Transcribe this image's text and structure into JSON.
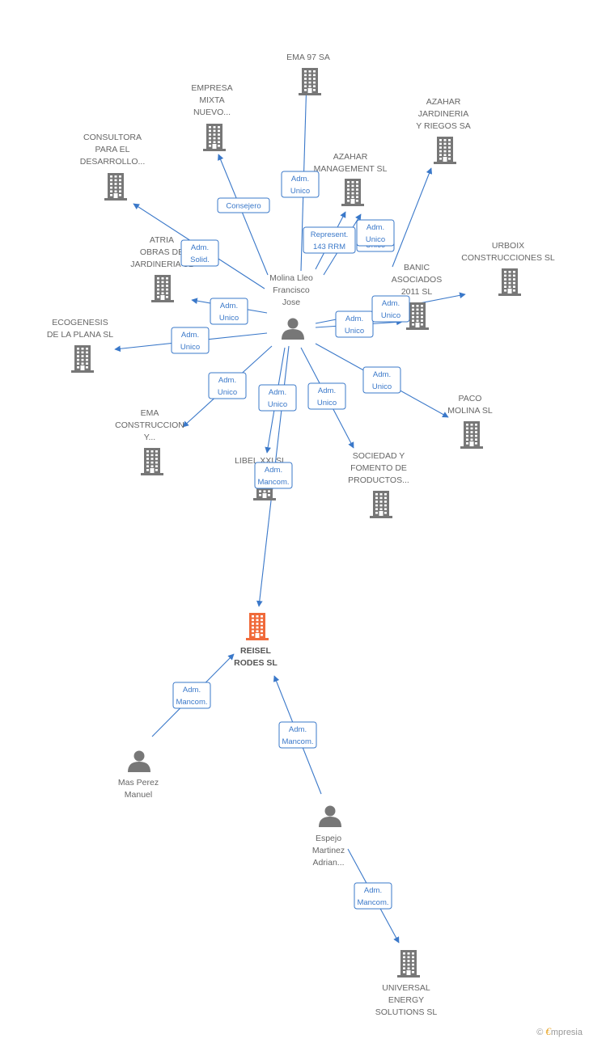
{
  "colors": {
    "edge": "#3a78c9",
    "company": "#777777",
    "main": "#f06a3a",
    "person": "#777777"
  },
  "nodes": [
    {
      "id": "molina",
      "type": "person",
      "label": [
        "Molina Lleo",
        "Francisco",
        "Jose"
      ]
    },
    {
      "id": "ema97",
      "type": "company",
      "label": [
        "EMA 97 SA"
      ]
    },
    {
      "id": "empresa_mixta",
      "type": "company",
      "label": [
        "EMPRESA",
        "MIXTA",
        "NUEVO..."
      ]
    },
    {
      "id": "azahar_jard",
      "type": "company",
      "label": [
        "AZAHAR",
        "JARDINERIA",
        "Y RIEGOS SA"
      ]
    },
    {
      "id": "consultora",
      "type": "company",
      "label": [
        "CONSULTORA",
        "PARA EL",
        "DESARROLLO..."
      ]
    },
    {
      "id": "azahar_mgmt",
      "type": "company",
      "label": [
        "AZAHAR",
        "MANAGEMENT SL"
      ]
    },
    {
      "id": "atria",
      "type": "company",
      "label": [
        "ATRIA",
        "OBRAS DE",
        "JARDINERIA SL"
      ]
    },
    {
      "id": "urboix",
      "type": "company",
      "label": [
        "URBOIX",
        "CONSTRUCCIONES SL"
      ]
    },
    {
      "id": "banic",
      "type": "company",
      "label": [
        "BANIC",
        "ASOCIADOS",
        "2011 SL"
      ]
    },
    {
      "id": "ecogenesis",
      "type": "company",
      "label": [
        "ECOGENESIS",
        "DE LA PLANA SL"
      ]
    },
    {
      "id": "ema_constr",
      "type": "company",
      "label": [
        "EMA",
        "CONSTRUCCION",
        "Y..."
      ]
    },
    {
      "id": "libel",
      "type": "company",
      "label": [
        "LIBEL XXI SL"
      ]
    },
    {
      "id": "sociedad",
      "type": "company",
      "label": [
        "SOCIEDAD Y",
        "FOMENTO DE",
        "PRODUCTOS..."
      ]
    },
    {
      "id": "paco",
      "type": "company",
      "label": [
        "PACO",
        "MOLINA SL"
      ]
    },
    {
      "id": "reisel",
      "type": "main",
      "label": [
        "REISEL",
        "RODES SL"
      ]
    },
    {
      "id": "mas_perez",
      "type": "person",
      "label": [
        "Mas Perez",
        "Manuel"
      ]
    },
    {
      "id": "espejo",
      "type": "person",
      "label": [
        "Espejo",
        "Martinez",
        "Adrian..."
      ]
    },
    {
      "id": "universal",
      "type": "company",
      "label": [
        "UNIVERSAL",
        "ENERGY",
        "SOLUTIONS SL"
      ]
    }
  ],
  "edges": [
    {
      "from": "molina",
      "to": "ema97",
      "label": [
        "Adm.",
        "Unico"
      ]
    },
    {
      "from": "molina",
      "to": "empresa_mixta",
      "label": [
        "Consejero"
      ]
    },
    {
      "from": "molina",
      "to": "consultora",
      "label": [
        "Adm.",
        "Solid."
      ]
    },
    {
      "from": "molina",
      "to": "azahar_mgmt",
      "label": [
        "Represent.",
        "143 RRM"
      ]
    },
    {
      "from": "molina",
      "to": "azahar_mgmt",
      "label": [
        "Adm.",
        "Unico"
      ]
    },
    {
      "from": "molina",
      "to": "azahar_jard",
      "label": [
        "Adm.",
        "Unico"
      ]
    },
    {
      "from": "molina",
      "to": "atria",
      "label": [
        "Adm.",
        "Unico"
      ]
    },
    {
      "from": "molina",
      "to": "ecogenesis",
      "label": [
        "Adm.",
        "Unico"
      ]
    },
    {
      "from": "molina",
      "to": "urboix",
      "label": [
        "Adm.",
        "Unico"
      ]
    },
    {
      "from": "molina",
      "to": "banic",
      "label": [
        "Adm.",
        "Unico"
      ]
    },
    {
      "from": "molina",
      "to": "ema_constr",
      "label": [
        "Adm.",
        "Unico"
      ]
    },
    {
      "from": "molina",
      "to": "libel",
      "label": [
        "Adm.",
        "Unico"
      ]
    },
    {
      "from": "molina",
      "to": "sociedad",
      "label": [
        "Adm.",
        "Unico"
      ]
    },
    {
      "from": "molina",
      "to": "paco",
      "label": [
        "Adm.",
        "Unico"
      ]
    },
    {
      "from": "molina",
      "to": "reisel",
      "label": [
        "Adm.",
        "Mancom."
      ]
    },
    {
      "from": "mas_perez",
      "to": "reisel",
      "label": [
        "Adm.",
        "Mancom."
      ]
    },
    {
      "from": "espejo",
      "to": "reisel",
      "label": [
        "Adm.",
        "Mancom."
      ]
    },
    {
      "from": "espejo",
      "to": "universal",
      "label": [
        "Adm.",
        "Mancom."
      ]
    }
  ],
  "footer": {
    "copyright": "©",
    "brand_initial": "€",
    "brand_rest": "mpresia"
  }
}
